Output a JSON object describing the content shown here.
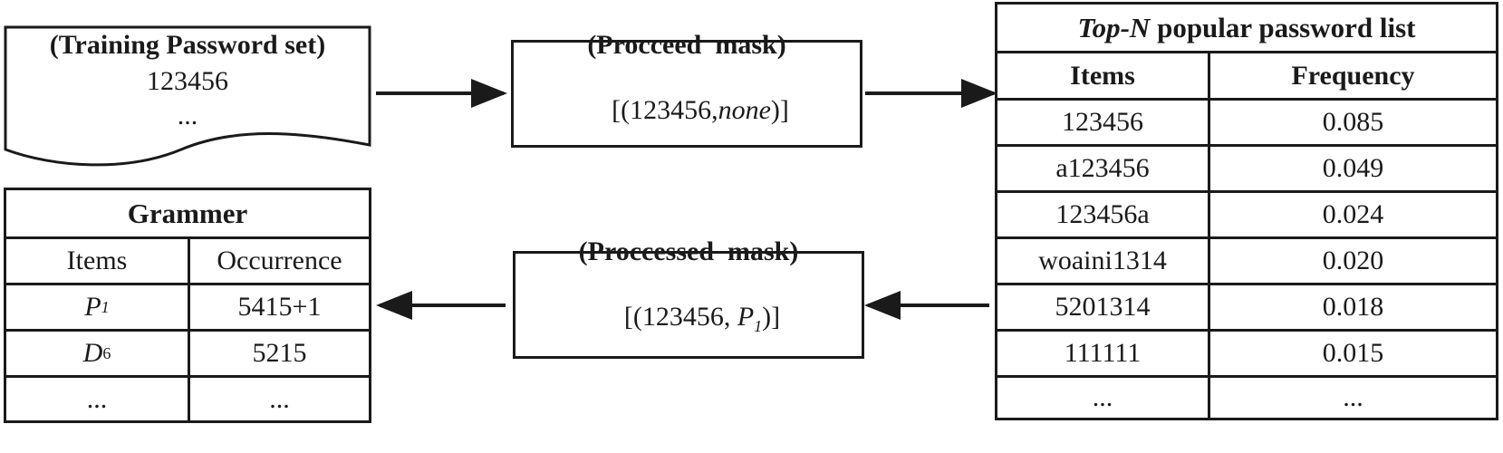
{
  "training_doc": {
    "title": "(Training Password set)",
    "line1": "123456",
    "line2": "..."
  },
  "proceed_mask": {
    "title": "(Procceed  mask)",
    "pre": "[(123456,",
    "italic": "none",
    "post": ")]"
  },
  "topn_table": {
    "title_italic": "Top-N",
    "title_rest": " popular password list",
    "headers": [
      "Items",
      "Frequency"
    ],
    "rows": [
      [
        "123456",
        "0.085"
      ],
      [
        "a123456",
        "0.049"
      ],
      [
        "123456a",
        "0.024"
      ],
      [
        "woaini1314",
        "0.020"
      ],
      [
        "5201314",
        "0.018"
      ],
      [
        "111111",
        "0.015"
      ],
      [
        "...",
        "..."
      ]
    ]
  },
  "processed_mask": {
    "title": "(Proccessed  mask)",
    "pre": "[(123456, ",
    "sym": "P",
    "sub": "1",
    "post": ")]"
  },
  "grammar_table": {
    "title": "Grammer",
    "headers": [
      "Items",
      "Occurrence"
    ],
    "rows": [
      {
        "sym": "P",
        "sub": "1",
        "value": "5415+1"
      },
      {
        "sym": "D",
        "sub": "6",
        "value": "5215"
      },
      {
        "sym": "...",
        "sub": "",
        "value": "..."
      }
    ]
  },
  "colors": {
    "stroke": "#1a1a1a",
    "background": "#ffffff"
  }
}
